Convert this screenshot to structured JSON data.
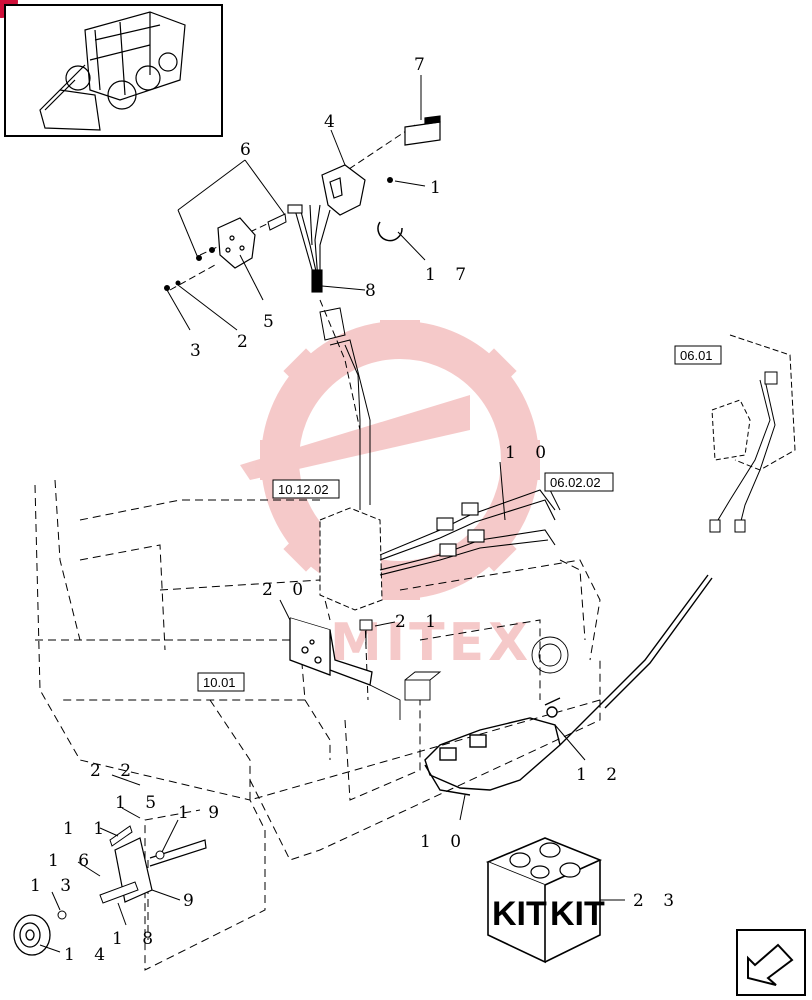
{
  "diagram": {
    "callouts": {
      "c1": "1",
      "c2": "2",
      "c3": "3",
      "c4": "4",
      "c5": "5",
      "c6": "6",
      "c7": "7",
      "c8": "8",
      "c9": "9",
      "c10a": "1 0",
      "c10b": "1 0",
      "c11": "1 1",
      "c12": "1 2",
      "c13": "1 3",
      "c14": "1 4",
      "c15": "1 5",
      "c16": "1 6",
      "c17": "1 7",
      "c18": "1 8",
      "c19": "1 9",
      "c20": "2 0",
      "c21": "2 1",
      "c22": "2 2",
      "c23": "2 3"
    },
    "references": {
      "r1": "10.12.02",
      "r2": "06.02.02",
      "r3": "06.01",
      "r4": "10.01"
    },
    "kit_box": {
      "label_left": "KIT",
      "label_right": "KIT"
    },
    "watermark": "MITEX",
    "colors": {
      "line": "#000000",
      "watermark": "#f2b8b8",
      "badge": "#d0103a"
    }
  }
}
